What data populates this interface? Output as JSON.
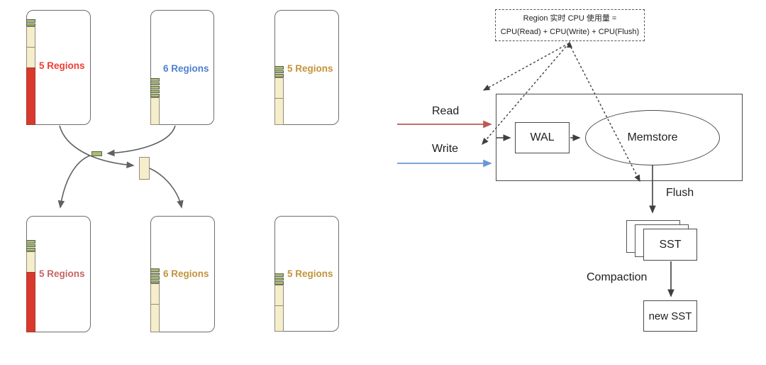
{
  "colors": {
    "label_red_bright": "#ee3d31",
    "label_red_muted": "#c56563",
    "label_blue": "#4d80cc",
    "label_gold": "#c2943b",
    "region_green": "#a9bd6e",
    "region_cream": "#f6edca",
    "region_red": "#d8392c",
    "arrow_gray": "#616161",
    "arrow_dark": "#3f3f3f",
    "arrow_red": "#bb5a55",
    "arrow_blue": "#6c96d6"
  },
  "left_diagram": {
    "servers": [
      {
        "label": "5 Regions",
        "label_color": "label_red_bright",
        "bars": [
          {
            "kind": "green",
            "count": 2
          },
          {
            "kind": "cream"
          },
          {
            "kind": "cream"
          },
          {
            "kind": "red",
            "fill_rest": true
          }
        ]
      },
      {
        "label": "6 Regions",
        "label_color": "label_blue",
        "bars": [
          {
            "kind": "green",
            "count": 5
          },
          {
            "kind": "cream",
            "fill_rest": true
          }
        ]
      },
      {
        "label": "5 Regions",
        "label_color": "label_gold",
        "bars": [
          {
            "kind": "green",
            "count": 3
          },
          {
            "kind": "cream"
          },
          {
            "kind": "cream",
            "fill_rest": true
          }
        ]
      },
      {
        "label": "5 Regions",
        "label_color": "label_red_muted",
        "bars": [
          {
            "kind": "green",
            "count": 3
          },
          {
            "kind": "cream"
          },
          {
            "kind": "red",
            "fill_rest": true
          }
        ]
      },
      {
        "label": "6 Regions",
        "label_color": "label_gold",
        "bars": [
          {
            "kind": "green",
            "count": 4
          },
          {
            "kind": "cream"
          },
          {
            "kind": "cream",
            "fill_rest": true
          }
        ]
      },
      {
        "label": "5 Regions",
        "label_color": "label_gold",
        "bars": [
          {
            "kind": "green",
            "count": 3
          },
          {
            "kind": "cream"
          },
          {
            "kind": "cream",
            "fill_rest": true
          }
        ]
      }
    ],
    "moving_regions": [
      {
        "kind": "green"
      },
      {
        "kind": "cream"
      }
    ]
  },
  "right_diagram": {
    "annotation": {
      "line1": "Region 实时 CPU 使用量 =",
      "line2": "CPU(Read) + CPU(Write) + CPU(Flush)"
    },
    "read_label": "Read",
    "write_label": "Write",
    "wal_label": "WAL",
    "memstore_label": "Memstore",
    "flush_label": "Flush",
    "sst_label": "SST",
    "compaction_label": "Compaction",
    "new_sst_label": "new SST"
  }
}
